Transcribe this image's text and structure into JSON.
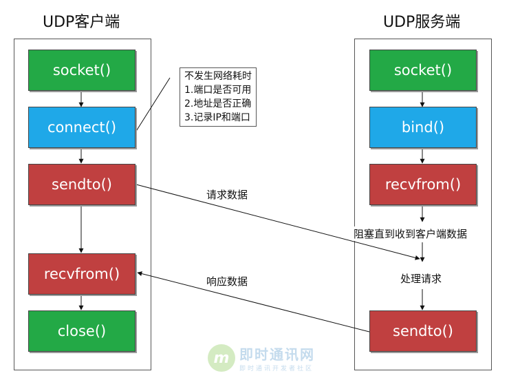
{
  "client": {
    "title": "UDP客户端",
    "steps": {
      "socket": "socket()",
      "connect": "connect()",
      "sendto": "sendto()",
      "recvfrom": "recvfrom()",
      "close": "close()"
    }
  },
  "server": {
    "title": "UDP服务端",
    "steps": {
      "socket": "socket()",
      "bind": "bind()",
      "recvfrom": "recvfrom()",
      "sendto": "sendto()"
    },
    "block_label": "阻塞直到收到客户端数据",
    "process_label": "处理请求"
  },
  "connect_note": {
    "lines": [
      "不发生网络耗时",
      "1.端口是否可用",
      "2.地址是否正确",
      "3.记录IP和端口"
    ]
  },
  "messages": {
    "request": "请求数据",
    "response": "响应数据"
  },
  "watermark": {
    "logo_letter": "m",
    "name": "即时通讯网",
    "sub": "即时通讯开发者社区"
  },
  "colors": {
    "green": "#23a946",
    "blue": "#1fa8e8",
    "red": "#c04040"
  }
}
